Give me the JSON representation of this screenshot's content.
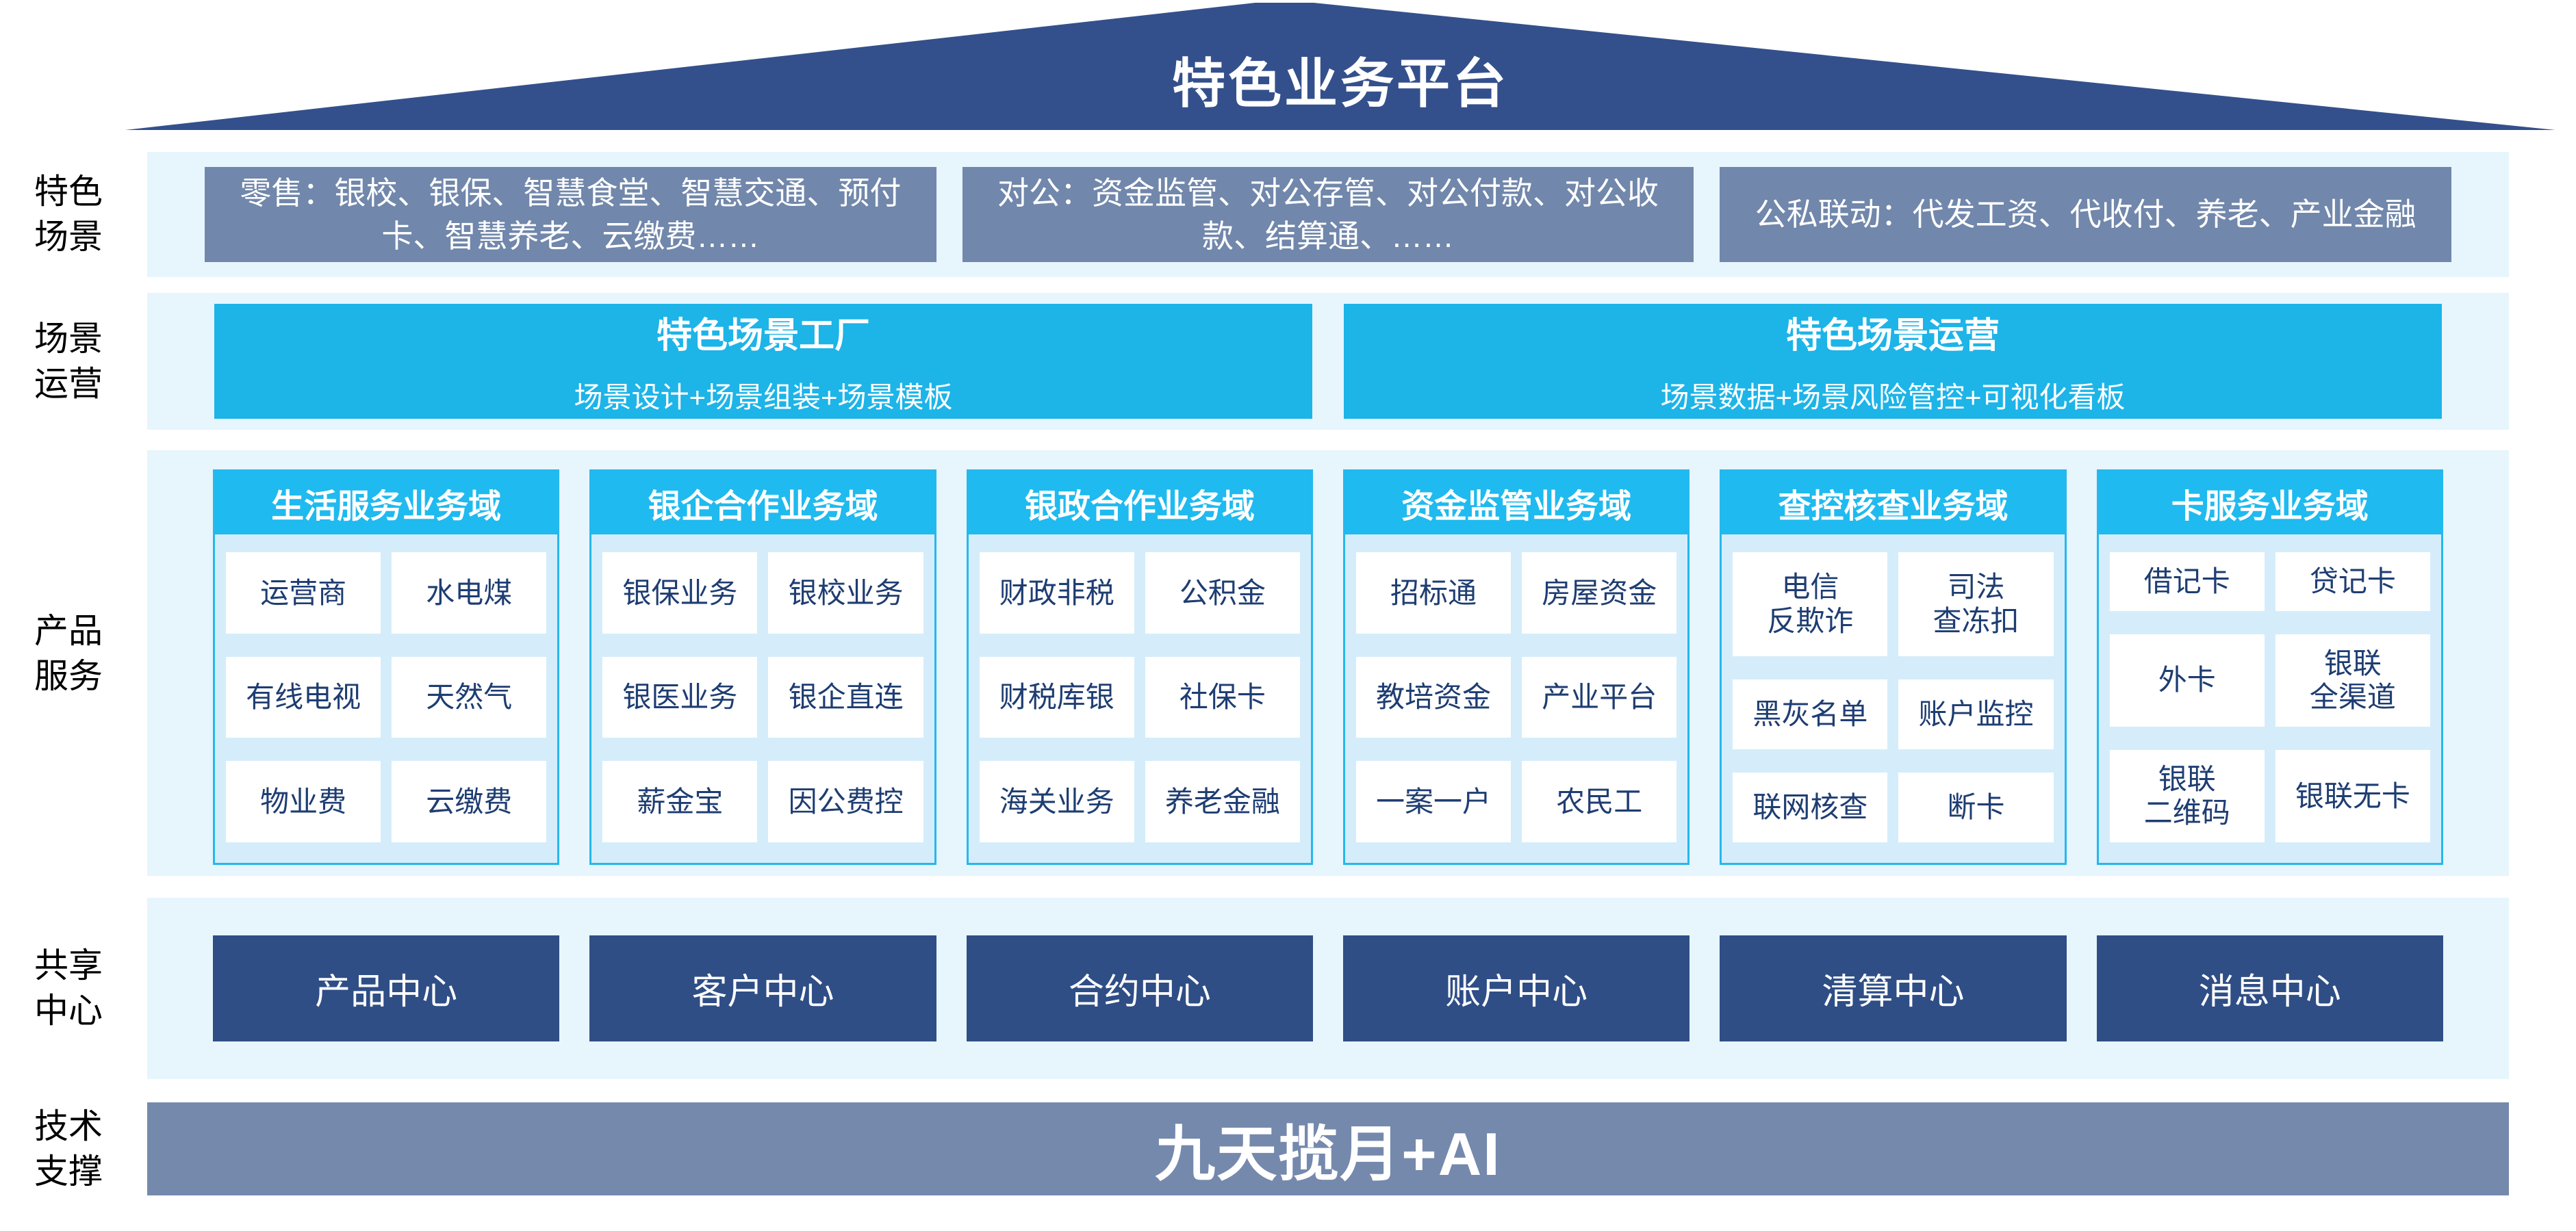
{
  "title": "特色业务平台",
  "colors": {
    "roof_blue": "#34508c",
    "band_light_blue": "#e7f5fd",
    "gray_blue_box": "#7187ab",
    "cyan": "#1db4e8",
    "cyan_header": "#1fbaef",
    "domain_body_blue": "#d5edfa",
    "cell_text_navy": "#1e3d72",
    "dark_center_box": "#2f4e86",
    "tech_bar_gray_blue": "#7589ad"
  },
  "sections": {
    "scenes": {
      "label": "特色\n场景",
      "boxes": [
        "零售：银校、银保、智慧食堂、智慧交通、预付卡、智慧养老、云缴费……",
        "对公：资金监管、对公存管、对公付款、对公收款、结算通、……",
        "公私联动：代发工资、代收付、养老、产业金融"
      ]
    },
    "scene_ops": {
      "label": "场景\n运营",
      "factories": [
        {
          "title": "特色场景工厂",
          "subtitle": "场景设计+场景组装+场景模板"
        },
        {
          "title": "特色场景运营",
          "subtitle": "场景数据+场景风险管控+可视化看板"
        }
      ]
    },
    "products": {
      "label": "产品\n服务",
      "domains": [
        {
          "title": "生活服务业务域",
          "cells": [
            "运营商",
            "水电煤",
            "有线电视",
            "天然气",
            "物业费",
            "云缴费"
          ]
        },
        {
          "title": "银企合作业务域",
          "cells": [
            "银保业务",
            "银校业务",
            "银医业务",
            "银企直连",
            "薪金宝",
            "因公费控"
          ]
        },
        {
          "title": "银政合作业务域",
          "cells": [
            "财政非税",
            "公积金",
            "财税库银",
            "社保卡",
            "海关业务",
            "养老金融"
          ]
        },
        {
          "title": "资金监管业务域",
          "cells": [
            "招标通",
            "房屋资金",
            "教培资金",
            "产业平台",
            "一案一户",
            "农民工"
          ]
        },
        {
          "title": "查控核查业务域",
          "cells": [
            "电信\n反欺诈",
            "司法\n查冻扣",
            "黑灰名单",
            "账户监控",
            "联网核查",
            "断卡"
          ]
        },
        {
          "title": "卡服务业务域",
          "cells": [
            "借记卡",
            "贷记卡",
            "外卡",
            "银联\n全渠道",
            "银联\n二维码",
            "银联无卡"
          ]
        }
      ]
    },
    "shared": {
      "label": "共享\n中心",
      "centers": [
        "产品中心",
        "客户中心",
        "合约中心",
        "账户中心",
        "清算中心",
        "消息中心"
      ]
    },
    "tech": {
      "label": "技术\n支撑",
      "bar": "九天揽月+AI"
    }
  }
}
